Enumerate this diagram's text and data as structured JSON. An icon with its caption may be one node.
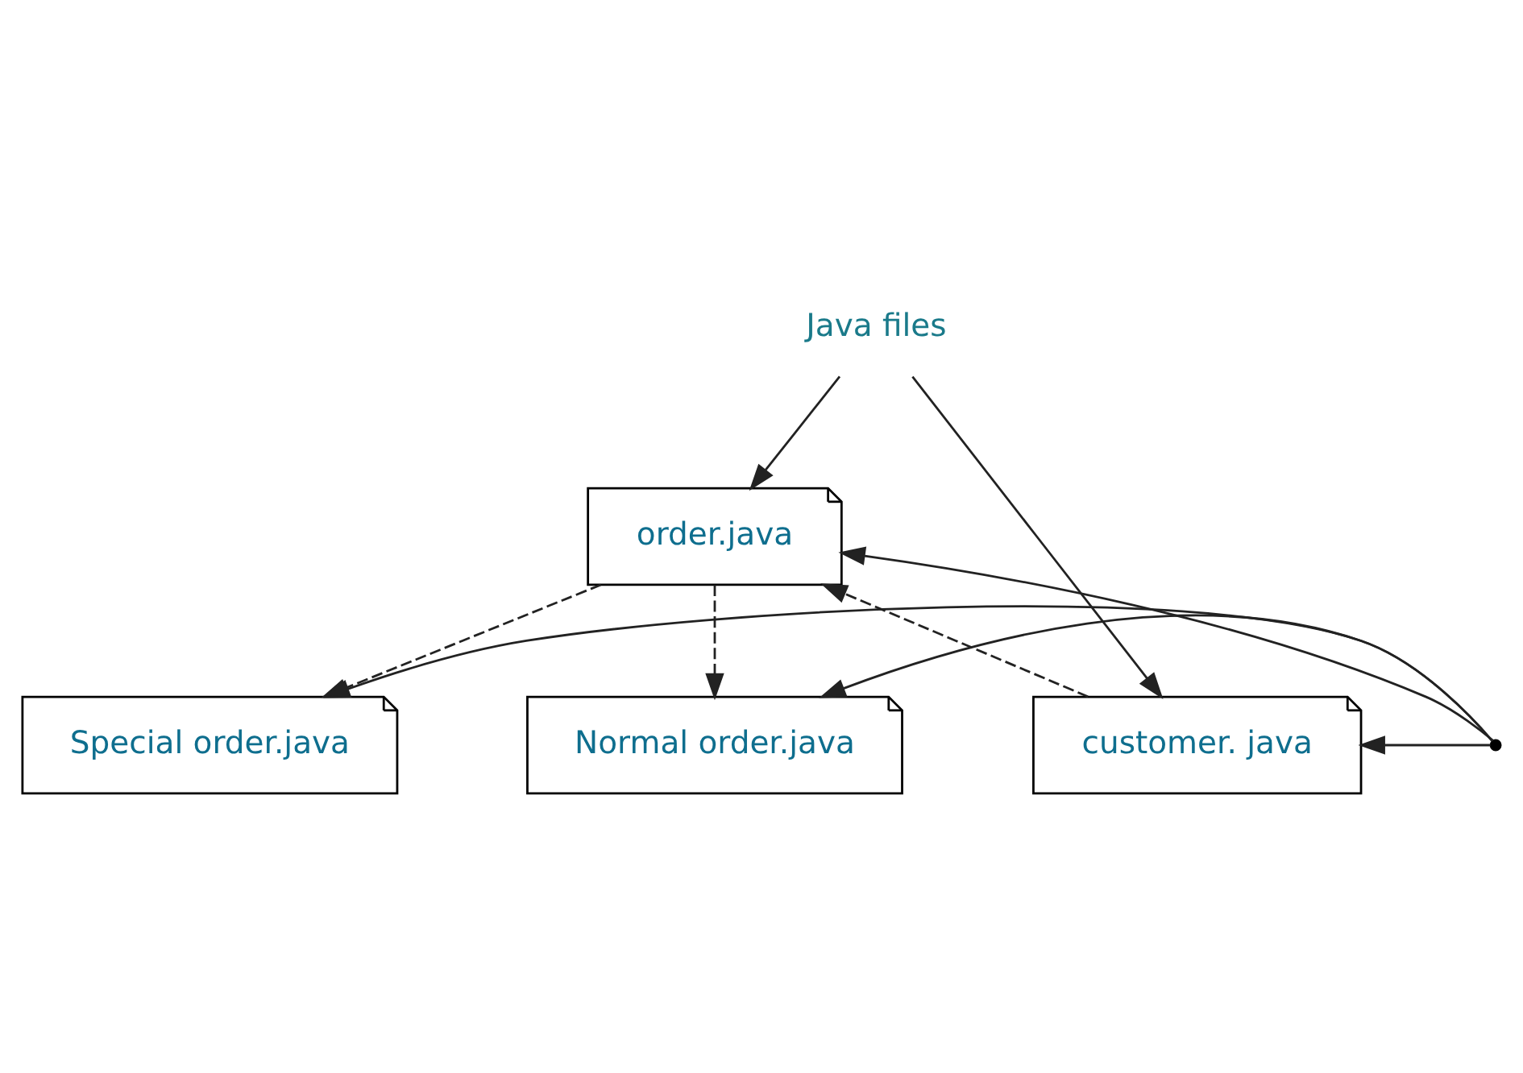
{
  "diagram": {
    "nodes": [
      {
        "text": [
          "Java files"
        ]
      },
      {
        "text": [
          "order.java"
        ]
      },
      {
        "text": [
          "customer. java"
        ]
      },
      {
        "text": [
          "Special order.java"
        ]
      },
      {
        "text": [
          "Normal order.java"
        ]
      },
      {
        "text": [],
        "shape": "point"
      }
    ],
    "edges": [
      {
        "from": 0,
        "to": 1,
        "arrow": "to"
      },
      {
        "from": 0,
        "to": 2,
        "arrow": "to"
      },
      {
        "from": 2,
        "to": 1,
        "arrow": "to",
        "style": "dashed"
      },
      {
        "from": 1,
        "to": 3,
        "arrow": "to",
        "style": "dashed"
      },
      {
        "from": 1,
        "to": 4,
        "arrow": "to",
        "style": "dashed"
      },
      {
        "from": 5,
        "to": 2,
        "arrow": "to"
      },
      {
        "from": 5,
        "to": 1,
        "arrow": "to"
      },
      {
        "from": 5,
        "to": 3,
        "arrow": "to"
      },
      {
        "from": 5,
        "to": 4,
        "arrow": "to"
      }
    ]
  }
}
